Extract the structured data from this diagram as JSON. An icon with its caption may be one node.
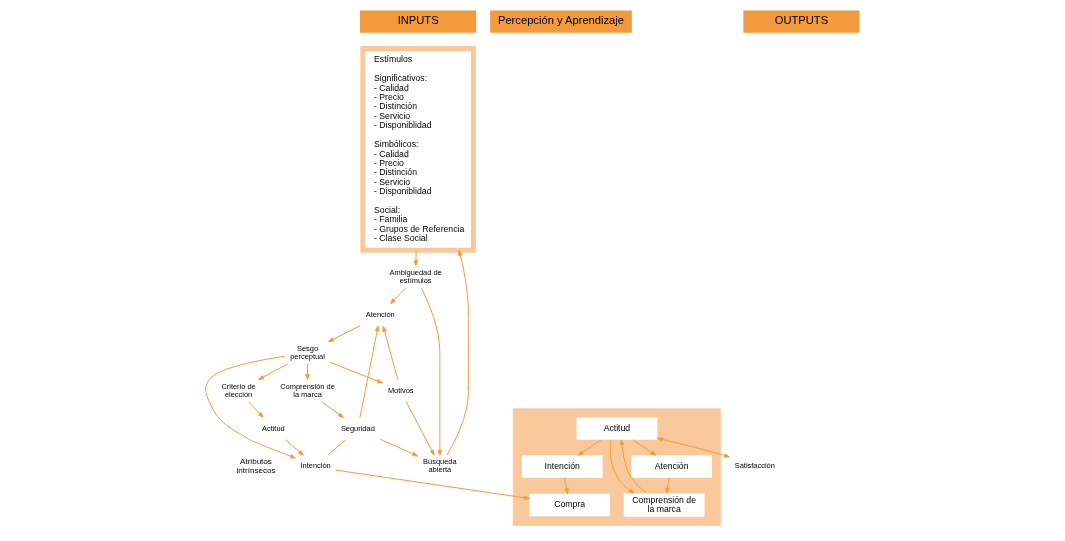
{
  "diagram": {
    "nodes": [
      {
        "text": [
          "INPUTS"
        ]
      },
      {
        "text": [
          "Percepción y Aprendizaje"
        ]
      },
      {
        "text": [
          "OUTPUTS"
        ]
      },
      {
        "text": [
          "Estímulos",
          "Significativos: - Calidad - Precio - Distinción - Servicio - Disponiblidad",
          "Simbólicos: - Calidad - Precio - Distinción - Servicio - Disponiblidad",
          "Social: - Familia - Grupos de Referencia - Clase Social"
        ]
      },
      {
        "text": [
          "Búsqueda abierta"
        ]
      },
      {
        "text": [
          "Ambiguedad de estímulos"
        ]
      },
      {
        "text": [
          "Atención"
        ]
      },
      {
        "text": [
          "Sesgo perceptual"
        ]
      },
      {
        "text": [
          "Seguridad"
        ]
      },
      {
        "text": [
          "Motivos"
        ]
      },
      {
        "text": [
          "Actitud"
        ]
      },
      {
        "text": [
          "Criterio de elección"
        ]
      },
      {
        "text": [
          "Intención"
        ]
      },
      {
        "text": [
          "Comprensión de la marca"
        ]
      },
      {
        "text": [
          "Satisfacción"
        ]
      },
      {
        "text": [],
        "shape": "box"
      },
      {
        "text": [
          "Compra"
        ],
        "in": 15
      },
      {
        "text": [
          "Intención"
        ],
        "in": 15
      },
      {
        "text": [
          "Actitud"
        ],
        "in": 15
      },
      {
        "text": [
          "Comprensión de la marca"
        ],
        "in": 15
      },
      {
        "text": [
          "Atención"
        ],
        "in": 15
      }
    ],
    "edges": [
      {
        "from": 4,
        "to": 3,
        "arrow": "to"
      },
      {
        "from": 3,
        "to": 5,
        "arrow": "to"
      },
      {
        "from": 5,
        "to": 4,
        "arrow": "to"
      },
      {
        "from": 5,
        "to": 6,
        "arrow": "to"
      },
      {
        "from": 6,
        "to": 7,
        "arrow": "to"
      },
      {
        "from": 8,
        "to": 4,
        "arrow": "to"
      },
      {
        "from": 8,
        "to": 6,
        "arrow": "to"
      },
      {
        "from": 9,
        "to": 4,
        "arrow": "to"
      },
      {
        "from": 9,
        "to": 6,
        "arrow": "to"
      },
      {
        "from": 7,
        "to": 9,
        "arrow": "to"
      },
      {
        "from": 7,
        "to": 11,
        "arrow": "to"
      },
      {
        "from": 7,
        "to": 12,
        "arrow": "to"
      },
      {
        "from": 7,
        "to": 13,
        "arrow": "to"
      },
      {
        "from": 11,
        "to": 10,
        "arrow": "to"
      },
      {
        "from": 10,
        "to": 12,
        "arrow": "to"
      },
      {
        "from": 8,
        "to": 12,
        "arrow": "none"
      },
      {
        "from": 13,
        "to": 8,
        "arrow": "to"
      },
      {
        "from": 12,
        "to": 16,
        "arrow": "to"
      },
      {
        "from": 18,
        "to": 14,
        "arrow": "both"
      },
      {
        "from": 20,
        "to": 19,
        "arrow": "to"
      },
      {
        "from": 19,
        "to": 18,
        "arrow": "to"
      },
      {
        "from": 18,
        "to": 17,
        "arrow": "to"
      },
      {
        "from": 17,
        "to": 16,
        "arrow": "to"
      },
      {
        "from": 18,
        "to": 19,
        "arrow": "to"
      },
      {
        "from": 18,
        "to": 20,
        "arrow": "to"
      }
    ],
    "labels": [
      "Atributos intrínsecos"
    ]
  }
}
